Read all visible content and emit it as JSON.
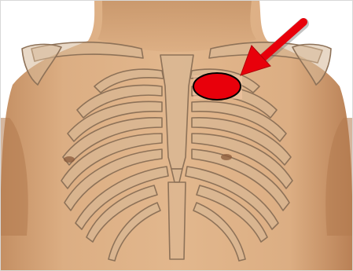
{
  "image": {
    "subject": "torso-with-ribcage-overlay",
    "marker": {
      "shape": "ellipse",
      "color": "#e8000b",
      "outline": "#000000",
      "location": "left-upper-chest-near-clavicle"
    },
    "arrow": {
      "color": "#e8000b",
      "direction": "down-left"
    },
    "colors": {
      "skin": "#d9a87c",
      "skin_shadow": "#b77e52",
      "bone_fill": "#d5b696",
      "bone_outline": "#8e7258",
      "background": "#ffffff"
    }
  }
}
